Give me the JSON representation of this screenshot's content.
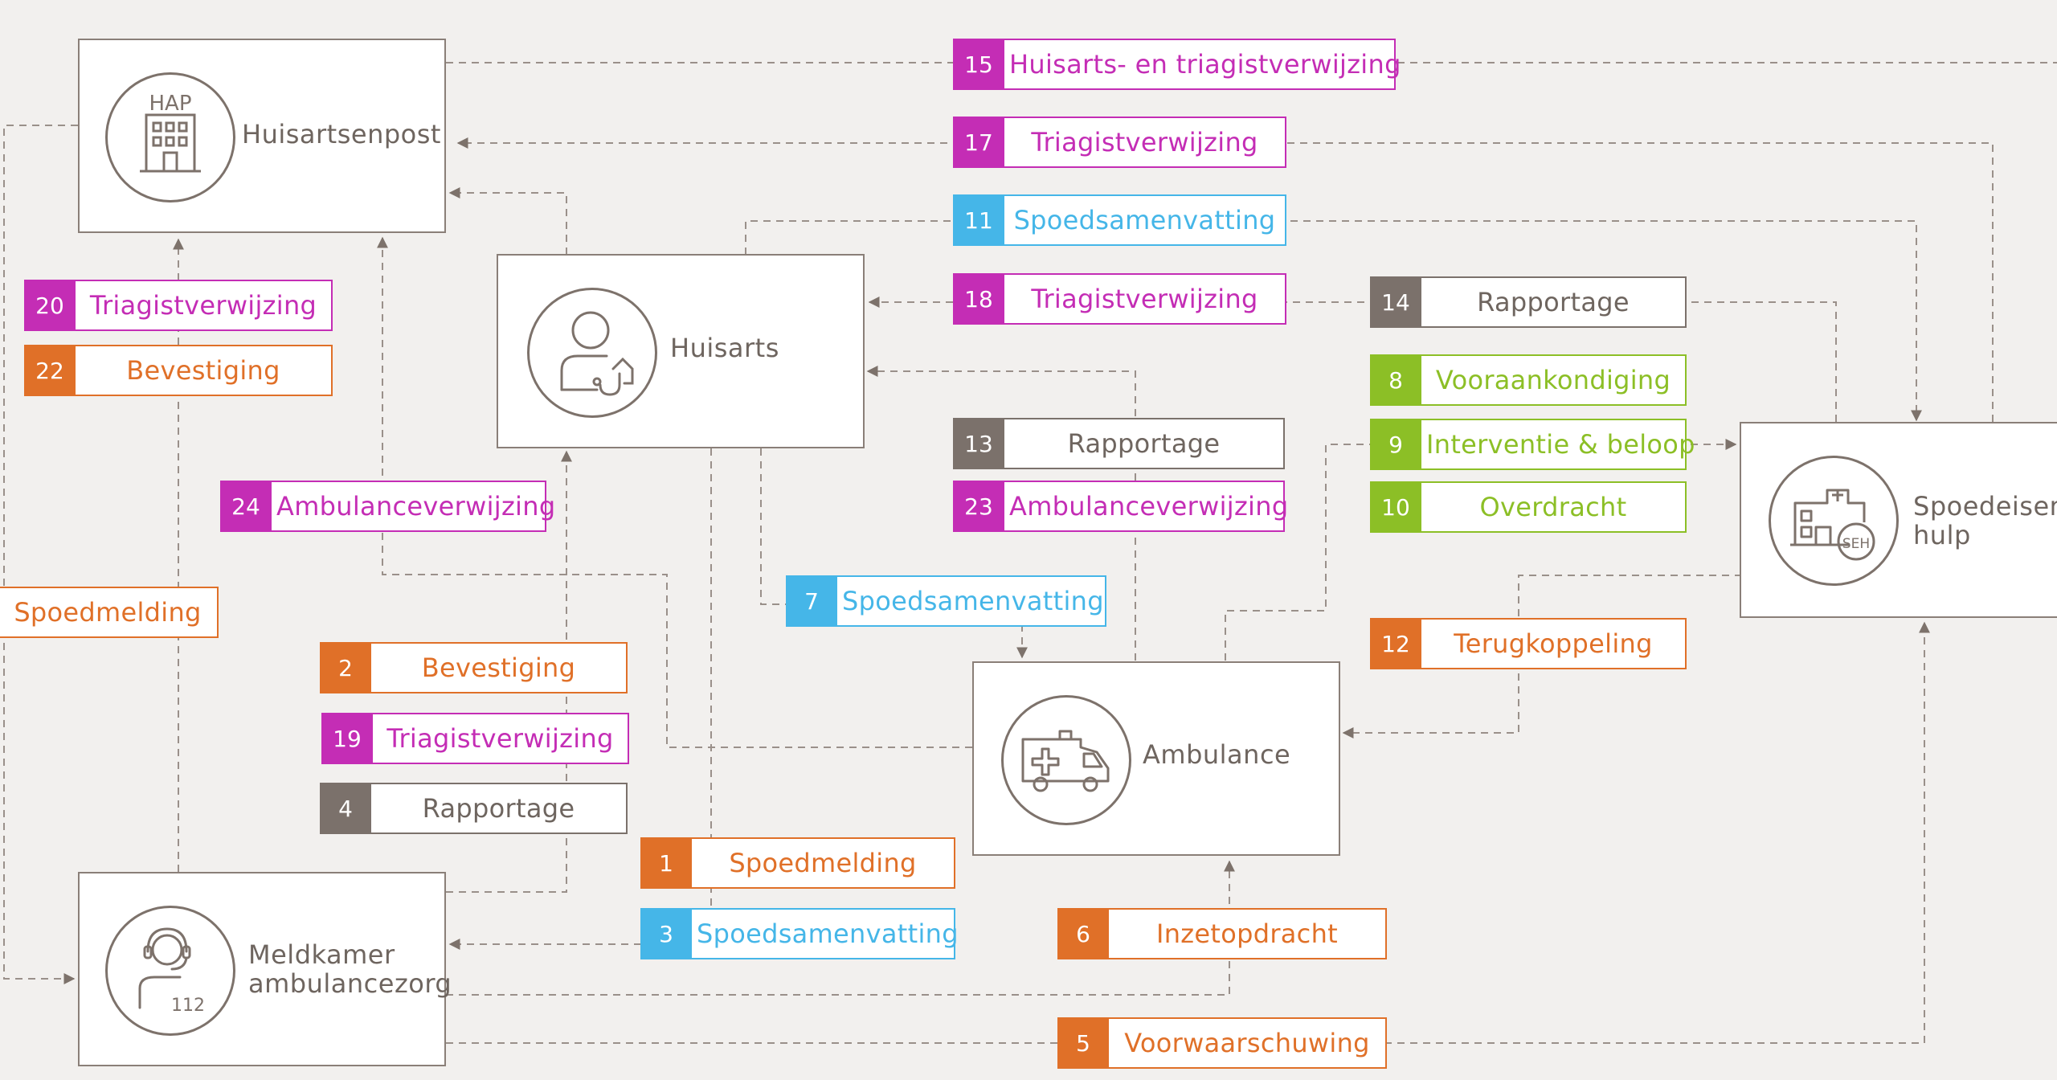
{
  "colors": {
    "orange": "#e07028",
    "magenta": "#c42db5",
    "cyan": "#45b6e8",
    "gray": "#7b716b",
    "green": "#8cbf26",
    "line": "#8a7f78"
  },
  "nodes": {
    "hap": {
      "title": "Huisartsenpost",
      "icon": "hap-building-icon",
      "icon_text": "HAP"
    },
    "huisarts": {
      "title": "Huisarts",
      "icon": "doctor-icon"
    },
    "ambulance": {
      "title": "Ambulance",
      "icon": "ambulance-icon"
    },
    "seh": {
      "title_line1": "Spoedeisende",
      "title_line2": "hulp",
      "icon": "hospital-icon",
      "icon_text": "SEH"
    },
    "meldkamer": {
      "title_line1": "Meldkamer",
      "title_line2": "ambulancezorg",
      "icon": "dispatcher-headset-icon",
      "icon_text": "112"
    }
  },
  "messages": [
    {
      "id": "m15",
      "num": "15",
      "label": "Huisarts- en triagistverwijzing",
      "color": "magenta"
    },
    {
      "id": "m17",
      "num": "17",
      "label": "Triagistverwijzing",
      "color": "magenta"
    },
    {
      "id": "m11",
      "num": "11",
      "label": "Spoedsamenvatting",
      "color": "cyan"
    },
    {
      "id": "m18",
      "num": "18",
      "label": "Triagistverwijzing",
      "color": "magenta"
    },
    {
      "id": "m14",
      "num": "14",
      "label": "Rapportage",
      "color": "gray"
    },
    {
      "id": "m8",
      "num": "8",
      "label": "Vooraankondiging",
      "color": "green"
    },
    {
      "id": "m9",
      "num": "9",
      "label": "Interventie & beloop",
      "color": "green"
    },
    {
      "id": "m10",
      "num": "10",
      "label": "Overdracht",
      "color": "green"
    },
    {
      "id": "m20",
      "num": "20",
      "label": "Triagistverwijzing",
      "color": "magenta"
    },
    {
      "id": "m22",
      "num": "22",
      "label": "Bevestiging",
      "color": "orange"
    },
    {
      "id": "m13",
      "num": "13",
      "label": "Rapportage",
      "color": "gray"
    },
    {
      "id": "m23",
      "num": "23",
      "label": "Ambulanceverwijzing",
      "color": "magenta"
    },
    {
      "id": "m24",
      "num": "24",
      "label": "Ambulanceverwijzing",
      "color": "magenta"
    },
    {
      "id": "m7",
      "num": "7",
      "label": "Spoedsamenvatting",
      "color": "cyan"
    },
    {
      "id": "m12",
      "num": "12",
      "label": "Terugkoppeling",
      "color": "orange"
    },
    {
      "id": "mspoed",
      "num": "",
      "label": "Spoedmelding",
      "color": "orange"
    },
    {
      "id": "m2",
      "num": "2",
      "label": "Bevestiging",
      "color": "orange"
    },
    {
      "id": "m19",
      "num": "19",
      "label": "Triagistverwijzing",
      "color": "magenta"
    },
    {
      "id": "m4",
      "num": "4",
      "label": "Rapportage",
      "color": "gray"
    },
    {
      "id": "m1",
      "num": "1",
      "label": "Spoedmelding",
      "color": "orange"
    },
    {
      "id": "m3",
      "num": "3",
      "label": "Spoedsamenvatting",
      "color": "cyan"
    },
    {
      "id": "m6",
      "num": "6",
      "label": "Inzetopdracht",
      "color": "orange"
    },
    {
      "id": "m5",
      "num": "5",
      "label": "Voorwaarschuwing",
      "color": "orange"
    }
  ]
}
